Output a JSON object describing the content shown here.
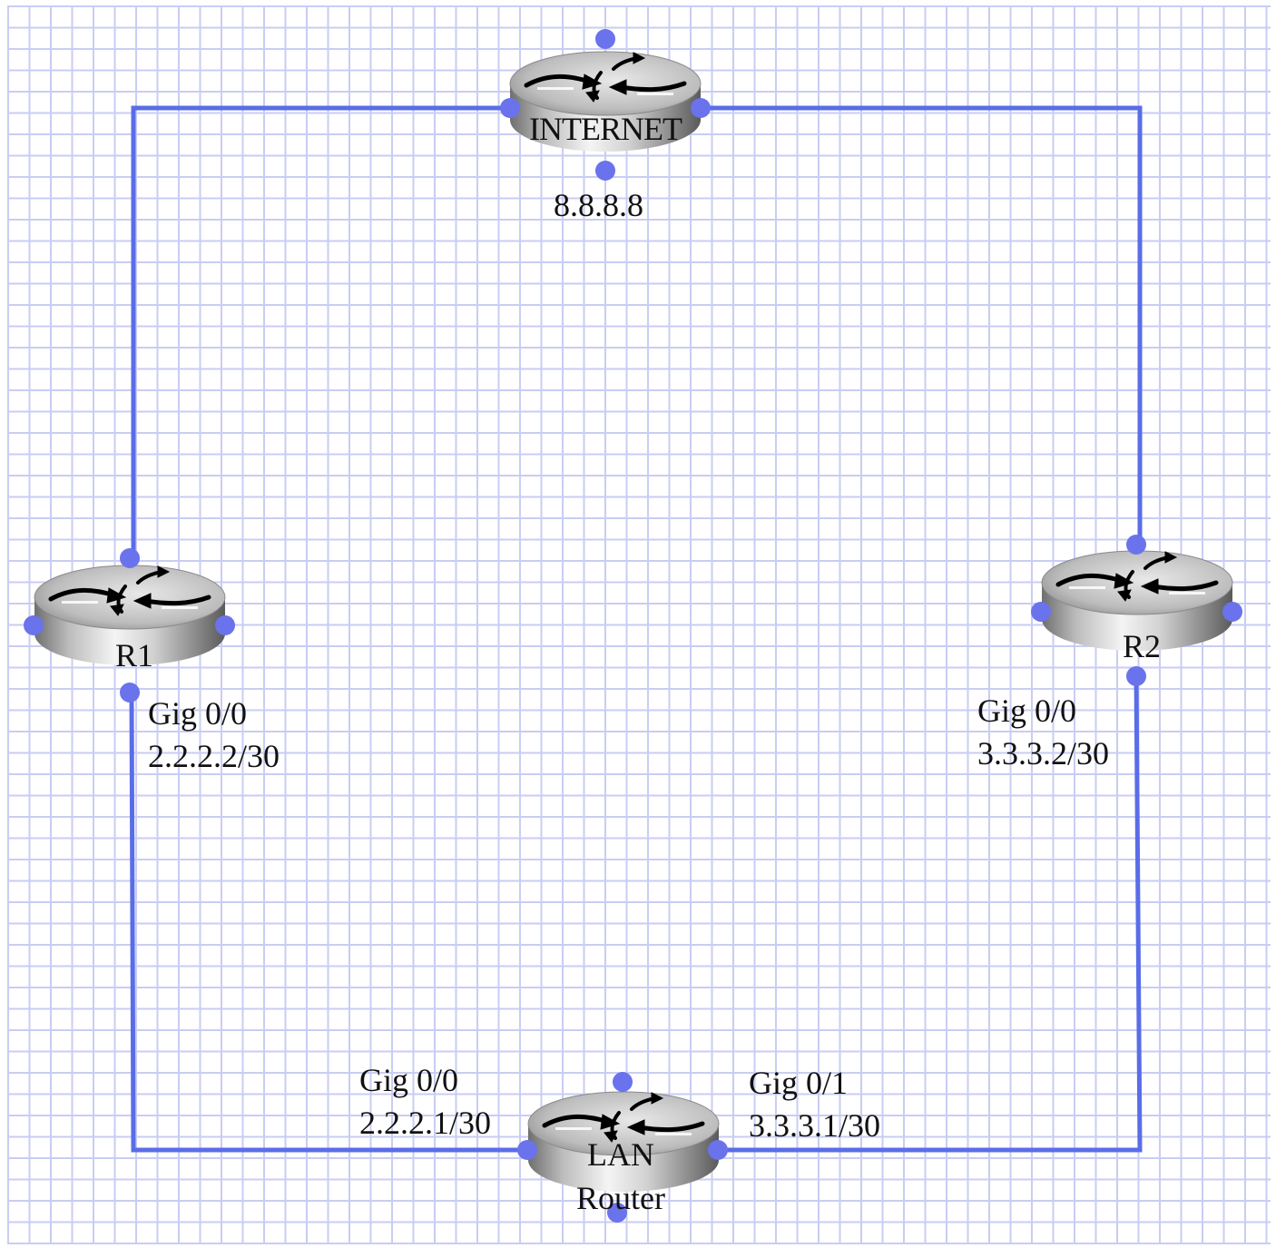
{
  "diagram": {
    "background_grid_color": "#c9cdf3",
    "link_color": "#5a6de8",
    "port_color": "#6a72ec",
    "routers": [
      {
        "id": "internet",
        "name_lines": [
          "INTERNET"
        ],
        "sublabel": "8.8.8.8",
        "icon": "router-icon"
      },
      {
        "id": "r1",
        "name_lines": [
          "R1"
        ],
        "icon": "router-icon"
      },
      {
        "id": "r2",
        "name_lines": [
          "R2"
        ],
        "icon": "router-icon"
      },
      {
        "id": "lan",
        "name_lines": [
          "LAN",
          "Router"
        ],
        "icon": "router-icon"
      }
    ],
    "interface_labels": {
      "r1_gig": {
        "iface": "Gig 0/0",
        "ip": "2.2.2.2/30"
      },
      "r2_gig": {
        "iface": "Gig 0/0",
        "ip": "3.3.3.2/30"
      },
      "lan_gig00": {
        "iface": "Gig 0/0",
        "ip": "2.2.2.1/30"
      },
      "lan_gig01": {
        "iface": "Gig 0/1",
        "ip": "3.3.3.1/30"
      }
    },
    "links": [
      {
        "from": "internet",
        "to": "r1"
      },
      {
        "from": "internet",
        "to": "r2"
      },
      {
        "from": "r1",
        "to": "lan"
      },
      {
        "from": "r2",
        "to": "lan"
      }
    ]
  }
}
